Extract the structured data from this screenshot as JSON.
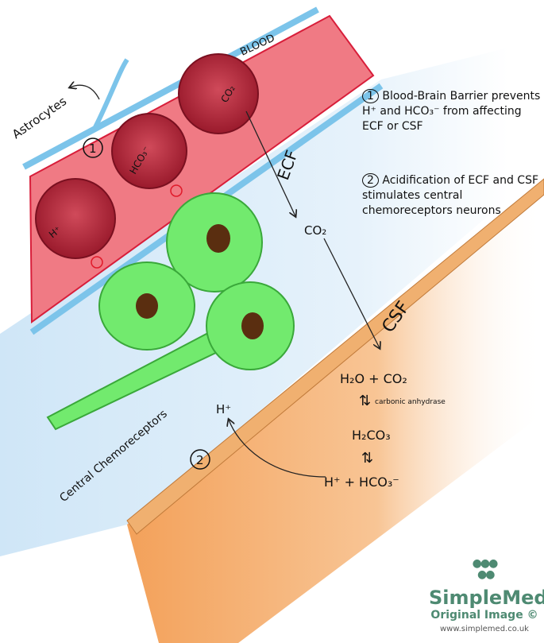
{
  "labels": {
    "blood": "BLOOD",
    "astrocytes": "Astrocytes",
    "ecf": "ECF",
    "csf": "CSF",
    "co2_rbc": "CO₂",
    "hco3_rbc": "HCO₃⁻",
    "h_rbc": "H⁺",
    "co2_ecf": "CO₂",
    "h_ecf": "H⁺",
    "central_chemoreceptors": "Central Chemoreceptors",
    "marker_1": "1",
    "marker_2": "2"
  },
  "reaction": {
    "step1": "H₂O + CO₂",
    "enzyme": "carbonic anhydrase",
    "step2": "H₂CO₃",
    "step3": "H⁺ + HCO₃⁻"
  },
  "notes": [
    {
      "number": "1",
      "text": "Blood-Brain Barrier prevents H⁺ and HCO₃⁻ from affecting ECF or CSF"
    },
    {
      "number": "2",
      "text": "Acidification of ECF and CSF stimulates central chemoreceptors neurons"
    }
  ],
  "logo": {
    "brand": "SimpleMed",
    "subtitle": "Original Image ©",
    "url": "www.simplemed.co.uk"
  },
  "colors": {
    "blood": "#e8505e",
    "rbc": "#a81e32",
    "neuron": "#6ee86a",
    "csf": "#f5a866",
    "ecf": "#cfe6f7"
  }
}
